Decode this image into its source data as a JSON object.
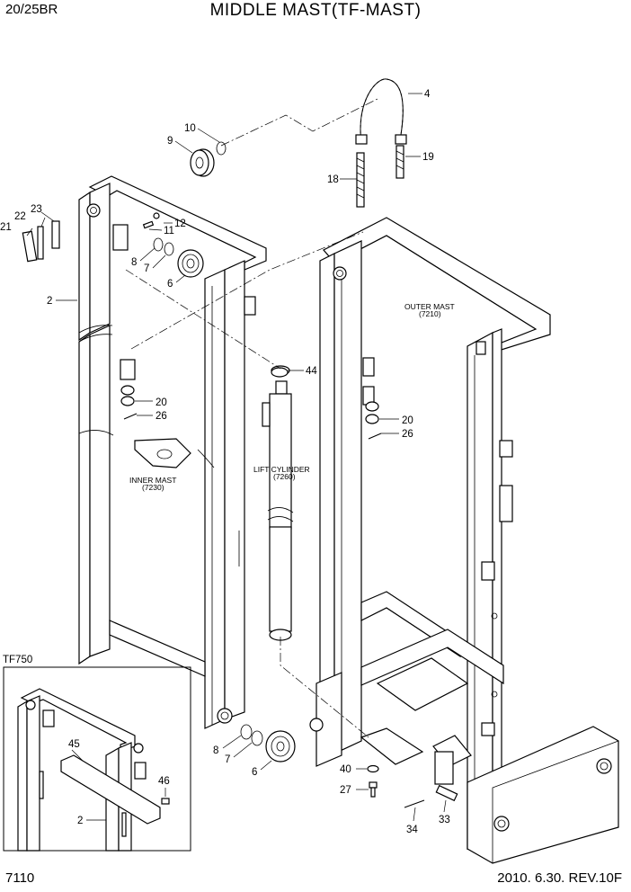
{
  "header": {
    "model": "20/25BR",
    "title": "MIDDLE MAST(TF-MAST)"
  },
  "footer": {
    "page_number": "7110",
    "revision": "2010. 6.30.  REV.10F"
  },
  "inset": {
    "label": "TF750"
  },
  "assembly_labels": {
    "outer_mast": "OUTER MAST",
    "outer_mast_ref": "(7210)",
    "inner_mast": "INNER MAST",
    "inner_mast_ref": "(7230)",
    "lift_cylinder": "LIFT CYLINDER",
    "lift_cylinder_ref": "(7260)"
  },
  "callouts": {
    "c4": "4",
    "c9": "9",
    "c10": "10",
    "c18": "18",
    "c19": "19",
    "c21": "21",
    "c22": "22",
    "c23": "23",
    "c12": "12",
    "c11": "11",
    "c8a": "8",
    "c7a": "7",
    "c6a": "6",
    "c2a": "2",
    "c44": "44",
    "c20a": "20",
    "c26a": "26",
    "c20b": "20",
    "c26b": "26",
    "c8b": "8",
    "c7b": "7",
    "c6b": "6",
    "c40": "40",
    "c27": "27",
    "c34": "34",
    "c33": "33",
    "c45": "45",
    "c46": "46",
    "c2b": "2"
  }
}
